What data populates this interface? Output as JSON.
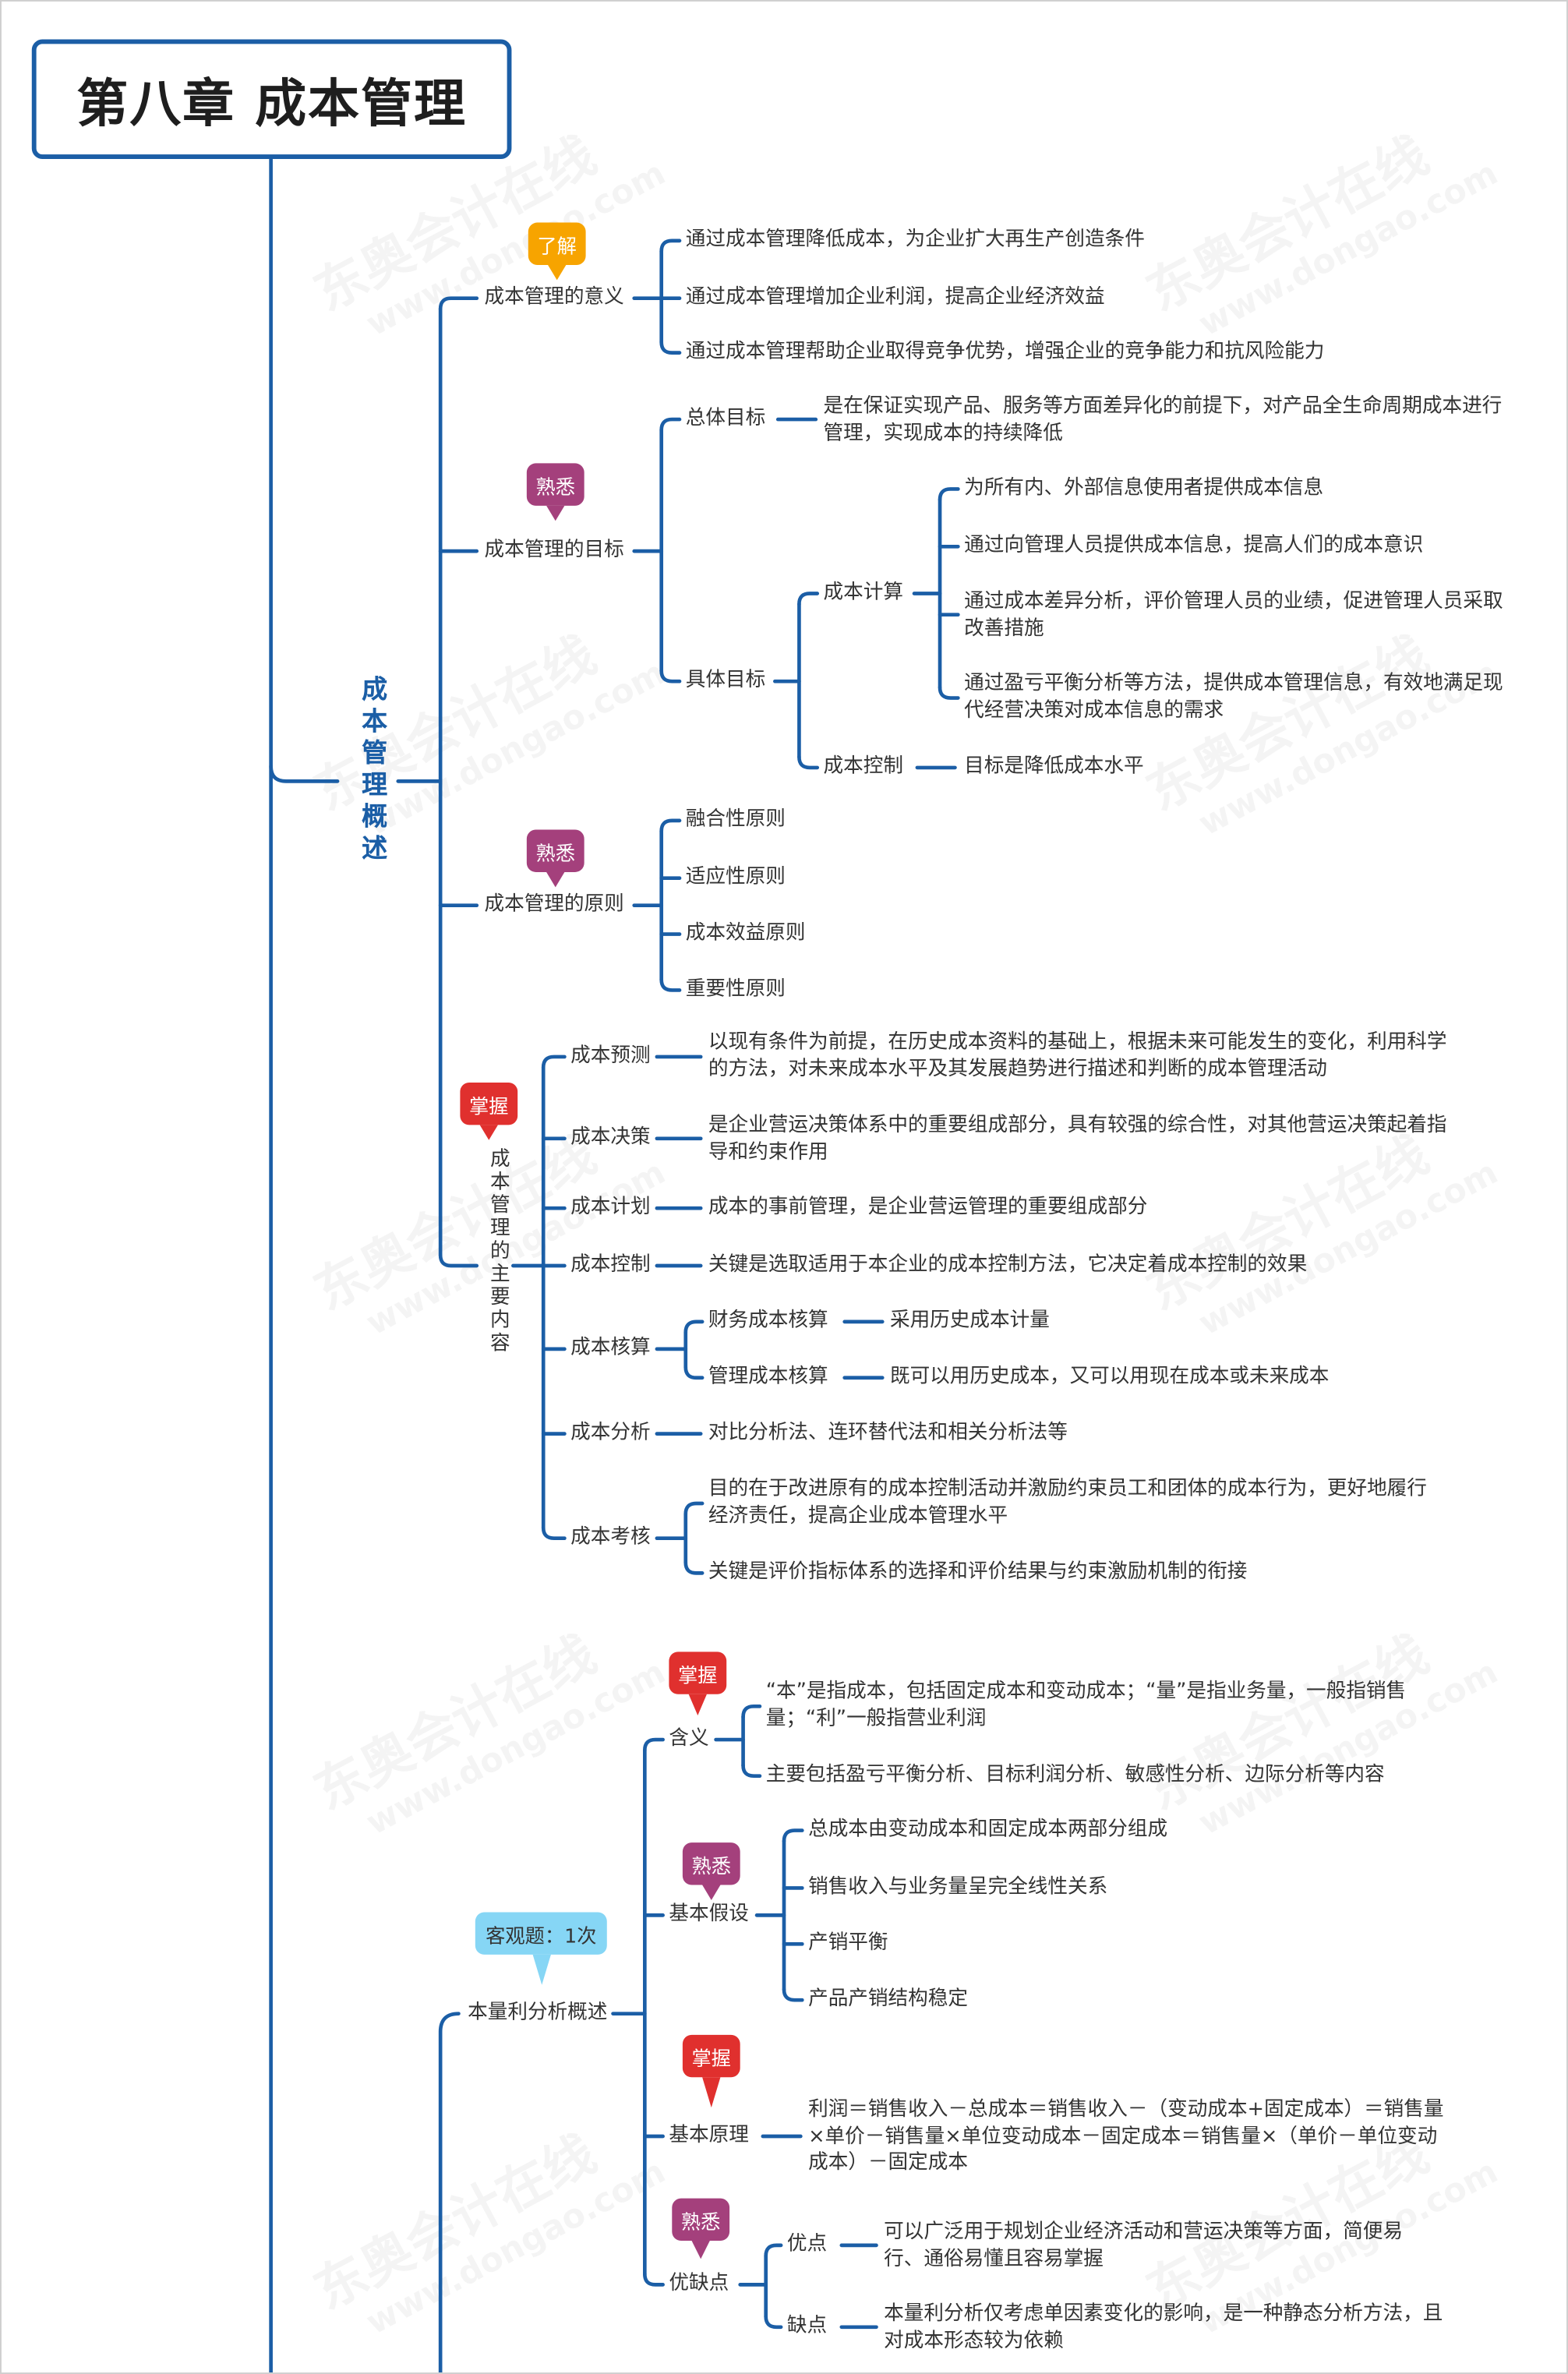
{
  "title": "第八章 成本管理",
  "watermark": {
    "brand": "东奥会计在线",
    "url": "www.dongao.com"
  },
  "colors": {
    "line": "#1b5ea6",
    "tag_understand": "#f7a400",
    "tag_familiar": "#a4407c",
    "tag_master": "#e0302e",
    "tag_exam": "#86d6f5"
  },
  "section1": {
    "label": "成本管理概述",
    "significance": {
      "label": "成本管理的意义",
      "tag": "了解",
      "items": [
        "通过成本管理降低成本，为企业扩大再生产创造条件",
        "通过成本管理增加企业利润，提高企业经济效益",
        "通过成本管理帮助企业取得竞争优势，增强企业的竞争能力和抗风险能力"
      ]
    },
    "objectives": {
      "label": "成本管理的目标",
      "tag": "熟悉",
      "overall": {
        "label": "总体目标",
        "text": "是在保证实现产品、服务等方面差异化的前提下，对产品全生命周期成本进行管理，实现成本的持续降低"
      },
      "specific": {
        "label": "具体目标",
        "calculation": {
          "label": "成本计算",
          "items": [
            "为所有内、外部信息使用者提供成本信息",
            "通过向管理人员提供成本信息，提高人们的成本意识",
            "通过成本差异分析，评价管理人员的业绩，促进管理人员采取改善措施",
            "通过盈亏平衡分析等方法，提供成本管理信息，有效地满足现代经营决策对成本信息的需求"
          ]
        },
        "control": {
          "label": "成本控制",
          "text": "目标是降低成本水平"
        }
      }
    },
    "principles": {
      "label": "成本管理的原则",
      "tag": "熟悉",
      "items": [
        "融合性原则",
        "适应性原则",
        "成本效益原则",
        "重要性原则"
      ]
    },
    "contents": {
      "label": "成本管理的主要内容",
      "tag": "掌握",
      "forecast": {
        "label": "成本预测",
        "text": "以现有条件为前提，在历史成本资料的基础上，根据未来可能发生的变化，利用科学的方法，对未来成本水平及其发展趋势进行描述和判断的成本管理活动"
      },
      "decision": {
        "label": "成本决策",
        "text": "是企业营运决策体系中的重要组成部分，具有较强的综合性，对其他营运决策起着指导和约束作用"
      },
      "plan": {
        "label": "成本计划",
        "text": "成本的事前管理，是企业营运管理的重要组成部分"
      },
      "control": {
        "label": "成本控制",
        "text": "关键是选取适用于本企业的成本控制方法，它决定着成本控制的效果"
      },
      "accounting": {
        "label": "成本核算",
        "financial": {
          "label": "财务成本核算",
          "text": "采用历史成本计量"
        },
        "management": {
          "label": "管理成本核算",
          "text": "既可以用历史成本，又可以用现在成本或未来成本"
        }
      },
      "analysis": {
        "label": "成本分析",
        "text": "对比分析法、连环替代法和相关分析法等"
      },
      "assessment": {
        "label": "成本考核",
        "items": [
          "目的在于改进原有的成本控制活动并激励约束员工和团体的成本行为，更好地履行经济责任，提高企业成本管理水平",
          "关键是评价指标体系的选择和评价结果与约束激励机制的衔接"
        ]
      }
    }
  },
  "section2": {
    "label": "本量利分析概述",
    "tag": "客观题：1次",
    "meaning": {
      "label": "含义",
      "tag": "掌握",
      "items": [
        "“本”是指成本，包括固定成本和变动成本；“量”是指业务量，一般指销售量；“利”一般指营业利润",
        "主要包括盈亏平衡分析、目标利润分析、敏感性分析、边际分析等内容"
      ]
    },
    "assumptions": {
      "label": "基本假设",
      "tag": "熟悉",
      "items": [
        "总成本由变动成本和固定成本两部分组成",
        "销售收入与业务量呈完全线性关系",
        "产销平衡",
        "产品产销结构稳定"
      ]
    },
    "principle": {
      "label": "基本原理",
      "tag": "掌握",
      "text": "利润＝销售收入－总成本＝销售收入－（变动成本+固定成本）＝销售量×单价－销售量×单位变动成本－固定成本＝销售量×（单价－单位变动成本）－固定成本"
    },
    "pros_cons": {
      "label": "优缺点",
      "tag": "熟悉",
      "pros": {
        "label": "优点",
        "text": "可以广泛用于规划企业经济活动和营运决策等方面，简便易行、通俗易懂且容易掌握"
      },
      "cons": {
        "label": "缺点",
        "text": "本量利分析仅考虑单因素变化的影响，是一种静态分析方法，且对成本形态较为依赖"
      }
    }
  }
}
